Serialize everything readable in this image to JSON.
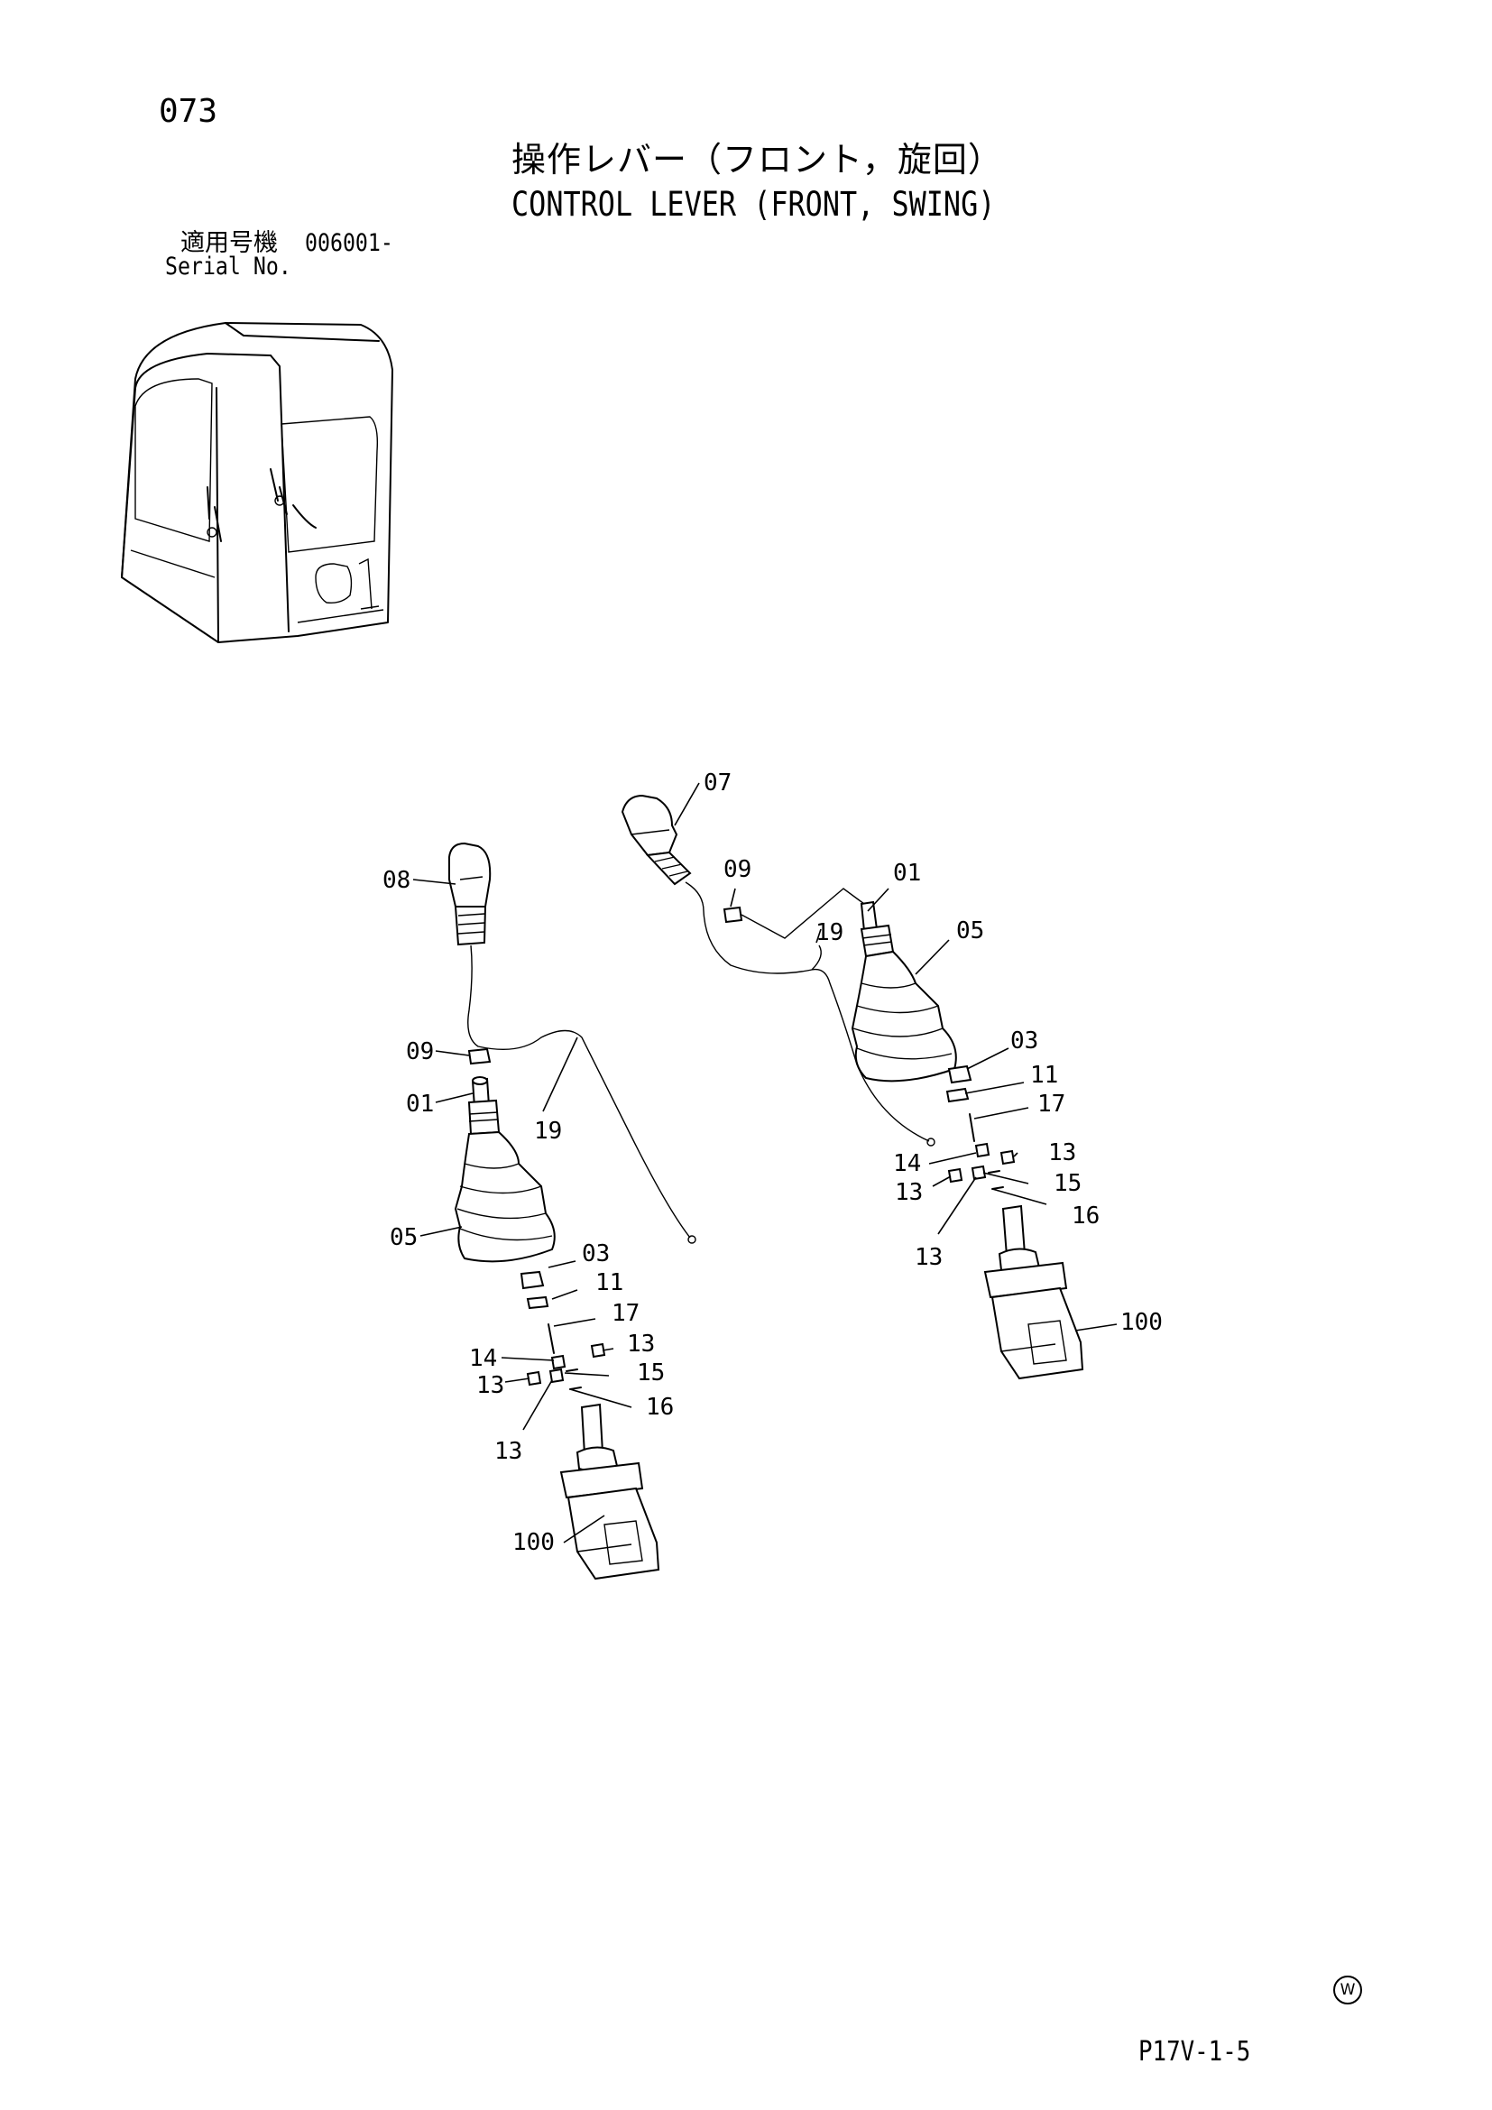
{
  "header": {
    "page_number": "073",
    "title_ja": "操作レバー（フロント，旋回）",
    "title_en": "CONTROL LEVER (FRONT, SWING)",
    "serial_ja": "適用号機",
    "serial_range": "006001-",
    "serial_en": "Serial No."
  },
  "footer": {
    "code": "P17V-1-5",
    "mark": "W"
  },
  "labels": {
    "left": {
      "l08": "08",
      "l09": "09",
      "l01": "01",
      "l19": "19",
      "l05": "05",
      "l03": "03",
      "l11": "11",
      "l17": "17",
      "l14": "14",
      "l13a": "13",
      "l13b": "13",
      "l15": "15",
      "l16": "16",
      "l13c": "13",
      "l100": "100"
    },
    "right": {
      "l07": "07",
      "l09": "09",
      "l01": "01",
      "l19": "19",
      "l05": "05",
      "l03": "03",
      "l11": "11",
      "l17": "17",
      "l14": "14",
      "l13a": "13",
      "l13b": "13",
      "l15": "15",
      "l16": "16",
      "l13c": "13",
      "l100": "100"
    },
    "cab_marking": "01"
  }
}
